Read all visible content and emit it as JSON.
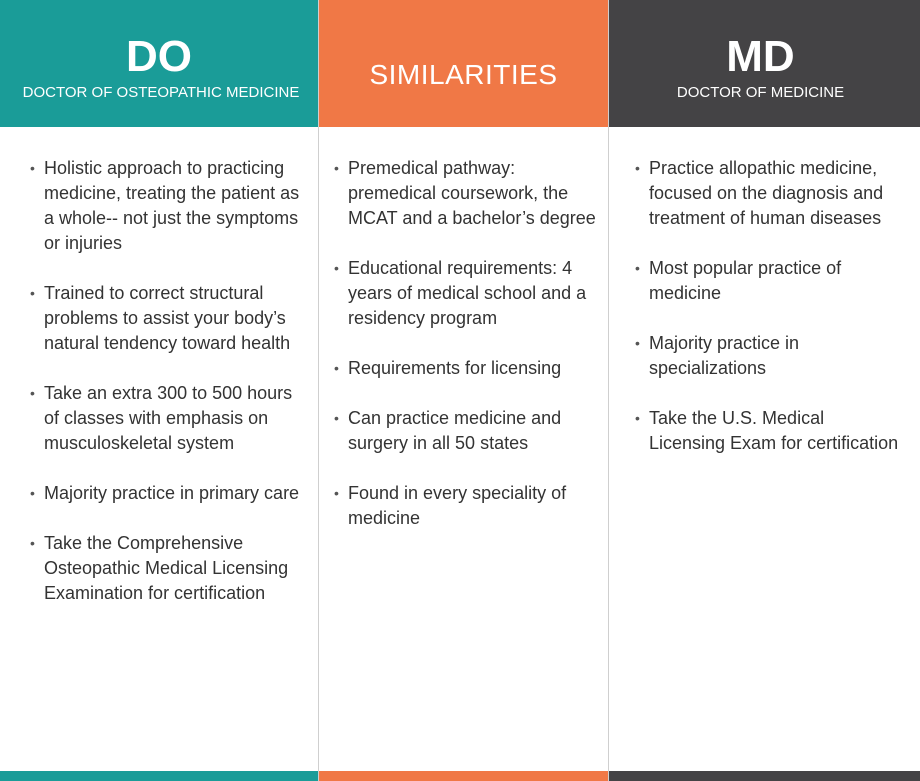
{
  "colors": {
    "do": "#1a9c98",
    "similarities": "#f07846",
    "md": "#444345"
  },
  "columns": [
    {
      "id": "do",
      "title": "DO",
      "subtitle": "DOCTOR OF OSTEOPATHIC MEDICINE",
      "items": [
        "Holistic approach to practicing medicine, treating the patient as a whole-- not just the symptoms or injuries",
        "Trained to correct structural problems to assist your body’s natural tendency toward health",
        "Take an extra 300 to 500 hours of classes with emphasis on musculoskeletal system",
        "Majority practice in primary care",
        "Take the Comprehensive Osteopathic Medical Licensing Examination for certification"
      ]
    },
    {
      "id": "similarities",
      "title": "SIMILARITIES",
      "subtitle": "",
      "items": [
        "Premedical pathway: premedical coursework, the MCAT and a bachelor’s degree",
        "Educational requirements: 4 years of medical school and a residency program",
        "Requirements for licensing",
        "Can practice medicine and surgery in all 50 states",
        "Found in every speciality of medicine"
      ]
    },
    {
      "id": "md",
      "title": "MD",
      "subtitle": "DOCTOR OF MEDICINE",
      "items": [
        "Practice allopathic medicine, focused on the diagnosis and treatment of human diseases",
        "Most popular practice of medicine",
        "Majority practice in specializations",
        "Take the U.S. Medical Licensing Exam for certification"
      ]
    }
  ]
}
